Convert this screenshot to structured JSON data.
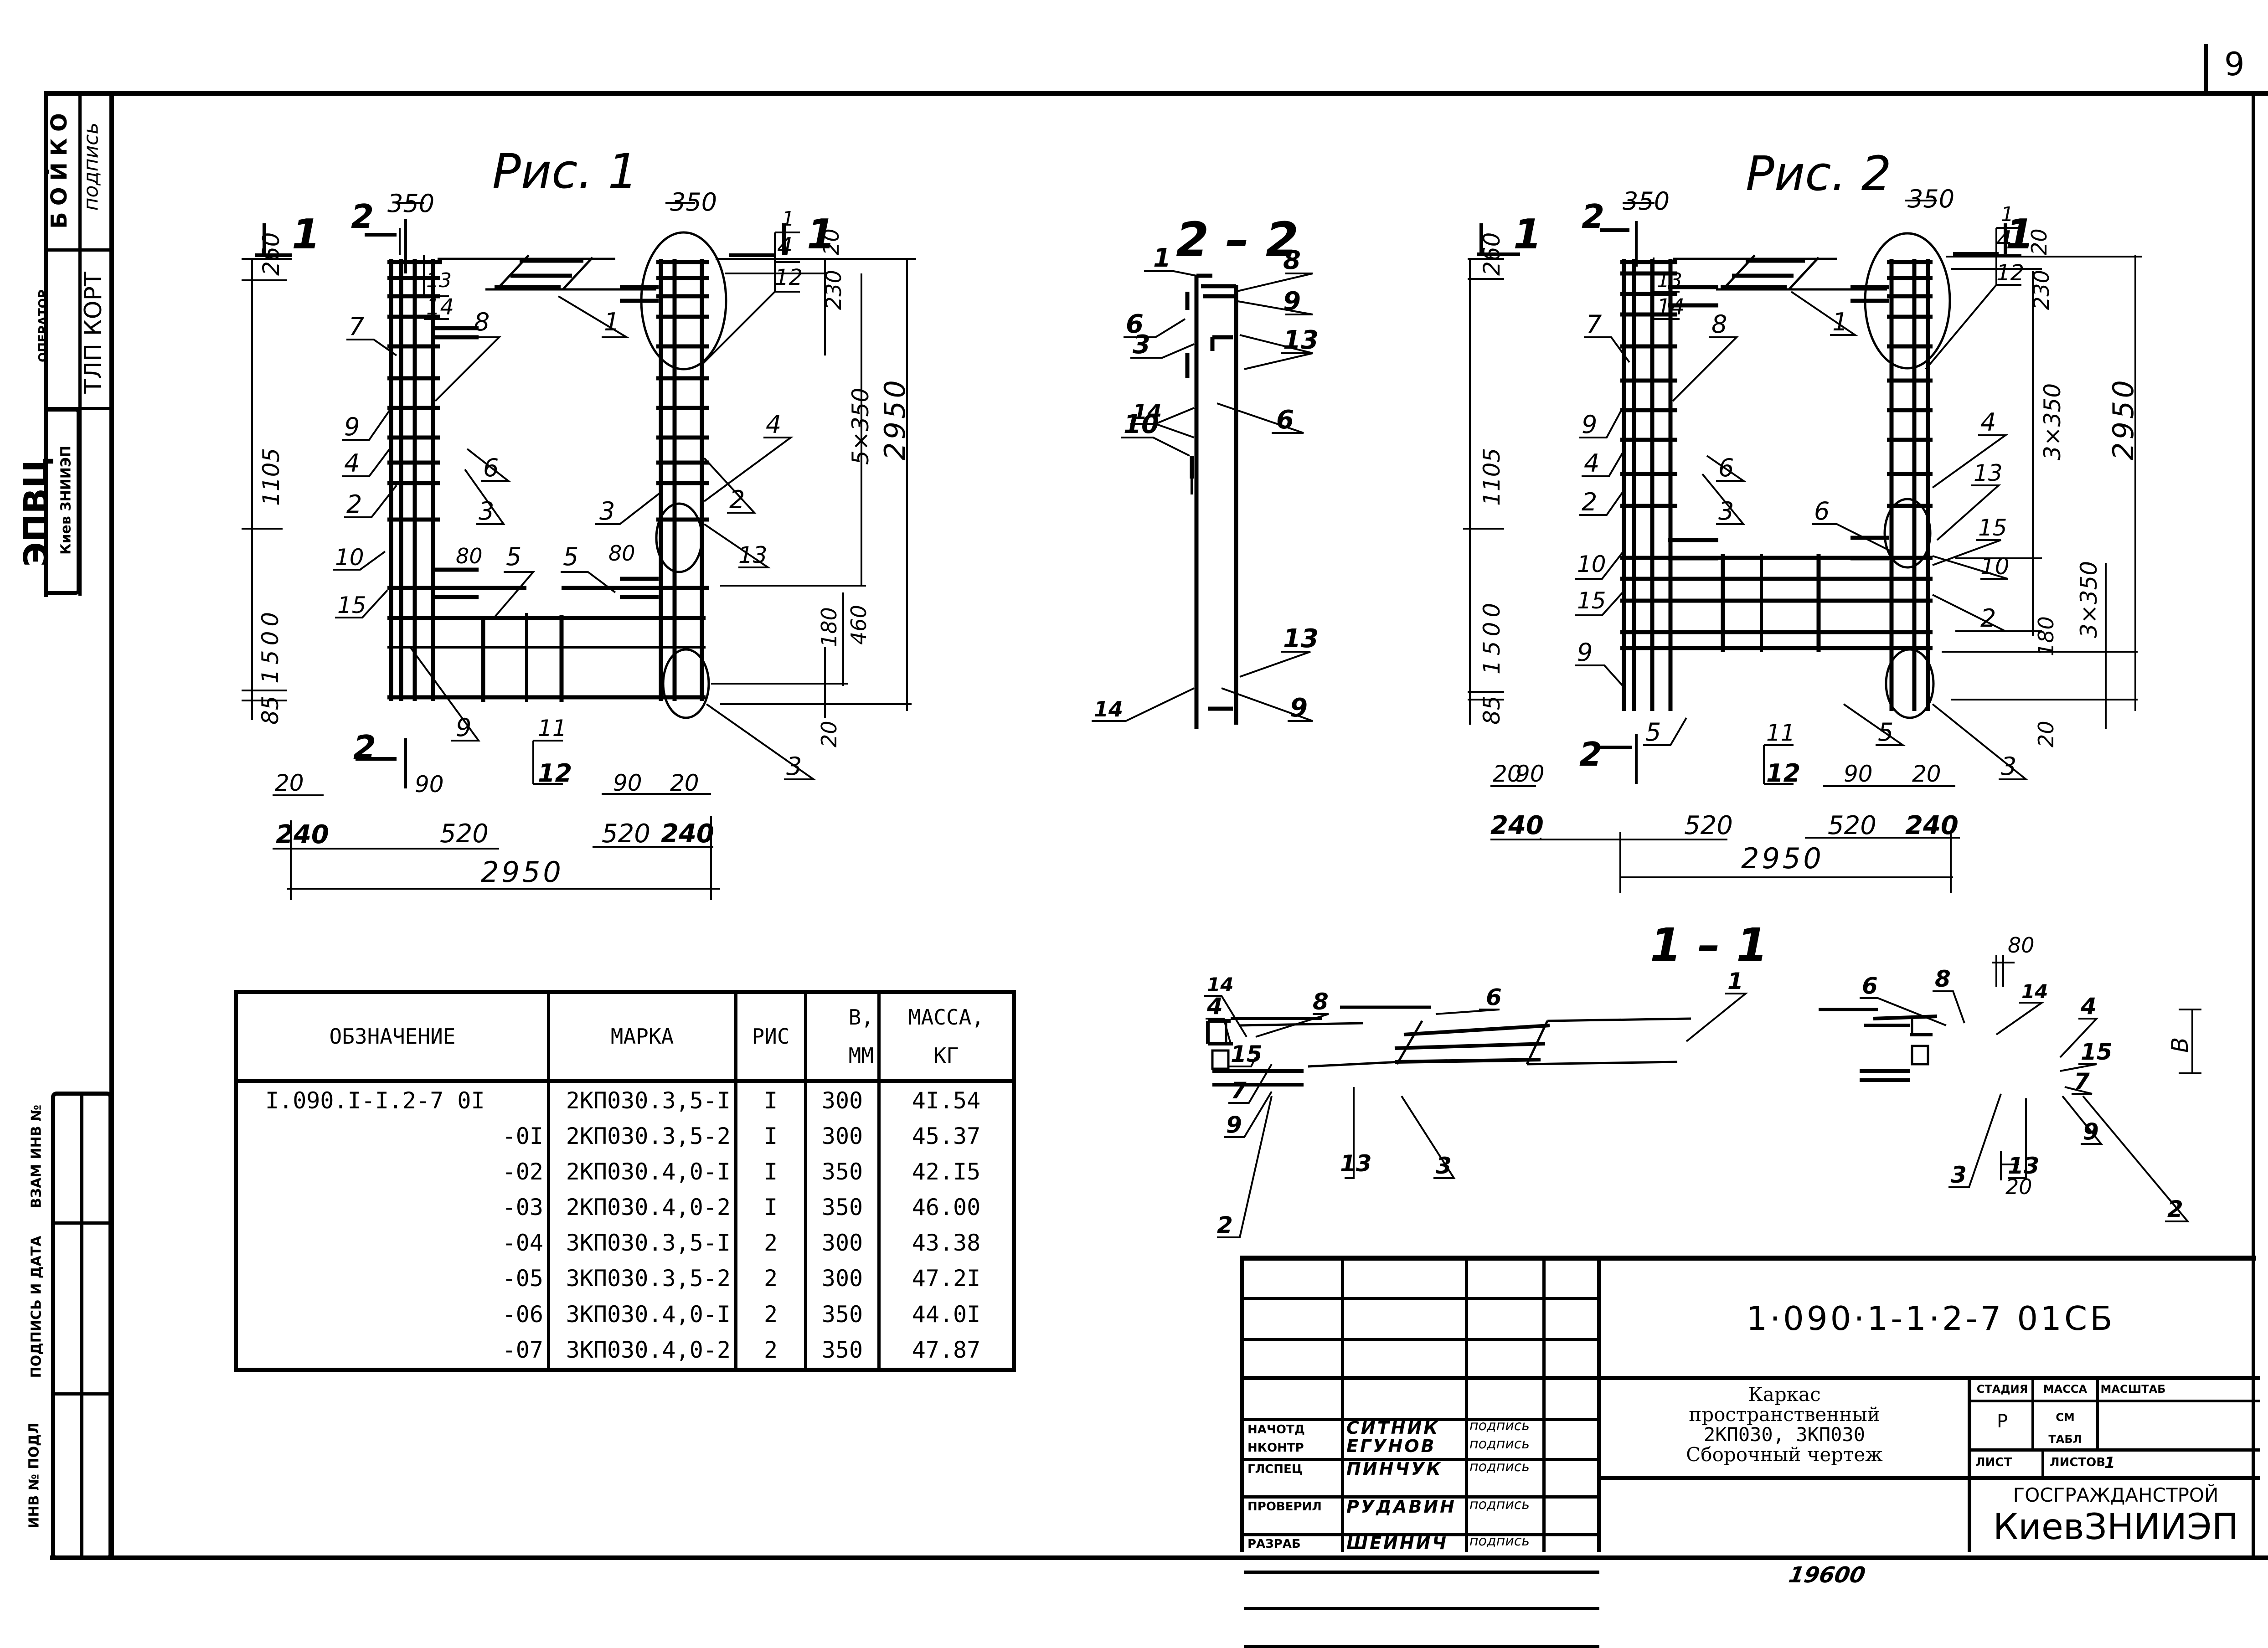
{
  "sheet": {
    "page_number": "9",
    "archive_number": "19600"
  },
  "margin_stamp": {
    "org_short": "ЭПВЦ",
    "org_sub": "Киев ЗНИИЭП",
    "operator_label": "ОПЕРАТОР",
    "operator_value": "ТЛП КОРТ",
    "person": "БОЙКО",
    "signature": "подпись"
  },
  "margin_fields": [
    {
      "label": "ВЗАМ ИНВ №",
      "value": ""
    },
    {
      "label": "ПОДПИСЬ И ДАТА",
      "value": ""
    },
    {
      "label": "ИНВ № ПОДЛ",
      "value": ""
    }
  ],
  "views": {
    "fig1": {
      "title": "Рис. 1",
      "dims": {
        "top_left_width": "350",
        "top_right_width": "350",
        "left_260": "260",
        "left_1105": "1105",
        "left_1500": "1500",
        "left_85": "85",
        "right_20_top": "20",
        "right_230": "230",
        "right_5x350": "5×350",
        "right_2950": "2950",
        "right_460": "460",
        "right_180": "180",
        "right_20_bot": "20",
        "inner_80_left": "80",
        "inner_80_right": "80",
        "bot_20_left": "20",
        "bot_90_left": "90",
        "bot_240_left": "240",
        "bot_520_left": "520",
        "bot_520_right": "520",
        "bot_90_right": "90",
        "bot_20_right": "20",
        "bot_240_right": "240",
        "bot_total": "2950"
      },
      "section_marks": {
        "cut_1": "1",
        "cut_2": "2"
      },
      "callouts": [
        "1",
        "4",
        "12",
        "13",
        "14",
        "7",
        "8",
        "1",
        "9",
        "4",
        "2",
        "6",
        "3",
        "10",
        "15",
        "5",
        "5",
        "3",
        "4",
        "2",
        "13",
        "9",
        "11",
        "12",
        "3"
      ]
    },
    "section_2_2": {
      "title": "2 – 2",
      "callouts": [
        "1",
        "8",
        "9",
        "6",
        "3",
        "13",
        "14",
        "10",
        "6",
        "13",
        "14",
        "9"
      ]
    },
    "fig2": {
      "title": "Рис. 2",
      "dims": {
        "top_left_width": "350",
        "top_right_width": "350",
        "left_260": "260",
        "left_1105": "1105",
        "left_1500": "1500",
        "left_85": "85",
        "right_20_top": "20",
        "right_230": "230",
        "right_3x350_top": "3×350",
        "right_2950": "2950",
        "right_3x350_bot": "3×350",
        "right_180": "180",
        "right_20_bot": "20",
        "bot_20_left": "20",
        "bot_90_left": "90",
        "bot_240_left": "240",
        "bot_520_left": "520",
        "bot_520_right": "520",
        "bot_90_right": "90",
        "bot_20_right": "20",
        "bot_240_right": "240",
        "bot_total": "2950"
      },
      "section_marks": {
        "cut_1": "1",
        "cut_2": "2"
      },
      "callouts": [
        "1",
        "4",
        "12",
        "13",
        "14",
        "7",
        "8",
        "1",
        "9",
        "4",
        "2",
        "6",
        "3",
        "10",
        "15",
        "9",
        "5",
        "6",
        "4",
        "13",
        "15",
        "10",
        "2",
        "5",
        "3",
        "11",
        "12"
      ]
    },
    "section_1_1": {
      "title": "1 – 1",
      "dims": {
        "top_80": "80",
        "height_B": "B",
        "bot_20": "20"
      },
      "callouts_left": [
        "14",
        "4",
        "8",
        "6",
        "15",
        "7",
        "9",
        "13",
        "3",
        "2"
      ],
      "callouts_center": [
        "1"
      ],
      "callouts_right": [
        "6",
        "8",
        "14",
        "4",
        "15",
        "7",
        "9",
        "13",
        "3",
        "2"
      ]
    }
  },
  "spec_table": {
    "headers": {
      "designation": "ОБЗНАЧЕНИЕ",
      "mark": "МАРКА",
      "fig": "РИС",
      "b_top": "B,",
      "b_unit": "ММ",
      "mass_top": "МАССА,",
      "mass_unit": "КГ"
    },
    "rows": [
      {
        "designation": "I.090.I-I.2-7 0I",
        "mark": "2КП030.3,5-I",
        "fig": "I",
        "b": "300",
        "mass": "4I.54"
      },
      {
        "designation": "-0I",
        "mark": "2КП030.3,5-2",
        "fig": "I",
        "b": "300",
        "mass": "45.37"
      },
      {
        "designation": "-02",
        "mark": "2КП030.4,0-I",
        "fig": "I",
        "b": "350",
        "mass": "42.I5"
      },
      {
        "designation": "-03",
        "mark": "2КП030.4,0-2",
        "fig": "I",
        "b": "350",
        "mass": "46.00"
      },
      {
        "designation": "-04",
        "mark": "3КП030.3,5-I",
        "fig": "2",
        "b": "300",
        "mass": "43.38"
      },
      {
        "designation": "-05",
        "mark": "3КП030.3,5-2",
        "fig": "2",
        "b": "300",
        "mass": "47.2I"
      },
      {
        "designation": "-06",
        "mark": "3КП030.4,0-I",
        "fig": "2",
        "b": "350",
        "mass": "44.0I"
      },
      {
        "designation": "-07",
        "mark": "3КП030.4,0-2",
        "fig": "2",
        "b": "350",
        "mass": "47.87"
      }
    ]
  },
  "title_block": {
    "doc_code": "1·090·1-1·2-7 01СБ",
    "title_lines": [
      "Каркас",
      "пространственный",
      "2КП030, 3КП030",
      "Сборочный  чертеж"
    ],
    "stage_label": "СТАДИЯ",
    "mass_label": "МАССА",
    "scale_label": "МАСШТАБ",
    "stage_value": "Р",
    "mass_value_1": "СМ",
    "mass_value_2": "ТАБЛ",
    "sheet_label": "ЛИСТ",
    "sheets_label": "ЛИСТОВ",
    "sheets_value": "1",
    "org_1": "ГОСГРАЖДАНСТРОЙ",
    "org_2": "КиевЗНИИЭП",
    "signatures": [
      {
        "role": "НАЧОТД",
        "name": "СИТНИК",
        "sign": "подпись"
      },
      {
        "role": "НКОНТР",
        "name": "ЕГУНОВ",
        "sign": "подпись"
      },
      {
        "role": "ГЛСПЕЦ",
        "name": "ПИНЧУК",
        "sign": "подпись"
      },
      {
        "role": "ПРОВЕРИЛ",
        "name": "РУДАВИН",
        "sign": "подпись"
      },
      {
        "role": "РАЗРАБ",
        "name": "ШЕЙНИЧ",
        "sign": "подпись"
      }
    ]
  }
}
